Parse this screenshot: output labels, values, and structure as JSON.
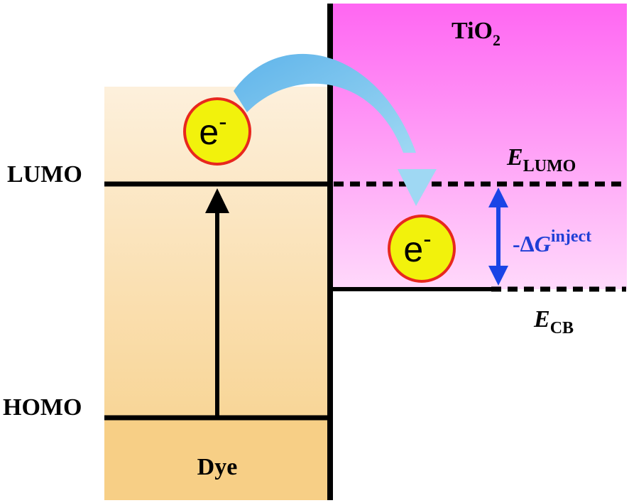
{
  "labels": {
    "tio2": "TiO",
    "tio2_sub": "2",
    "lumo": "LUMO",
    "homo": "HOMO",
    "dye": "Dye",
    "e_lumo_main": "E",
    "e_lumo_sub": "LUMO",
    "e_cb_main": "E",
    "e_cb_sub": "CB",
    "delta_g_prefix": "-Δ",
    "delta_g_main": "G",
    "delta_g_sup": "inject",
    "electron": "e",
    "electron_charge": "-"
  },
  "colors": {
    "dye_top": "#fdf0dc",
    "dye_bottom": "#f7cf86",
    "tio2_top": "#ff66f2",
    "tio2_bottom": "#ffd9fb",
    "electron_fill": "#f2f20c",
    "electron_stroke": "#e8281e",
    "arrow_blue_light": "#9fd8f3",
    "arrow_blue_dark": "#5fb4ea",
    "delta_arrow": "#1a44e6",
    "delta_text": "#1f3fd6",
    "line": "#000000"
  }
}
